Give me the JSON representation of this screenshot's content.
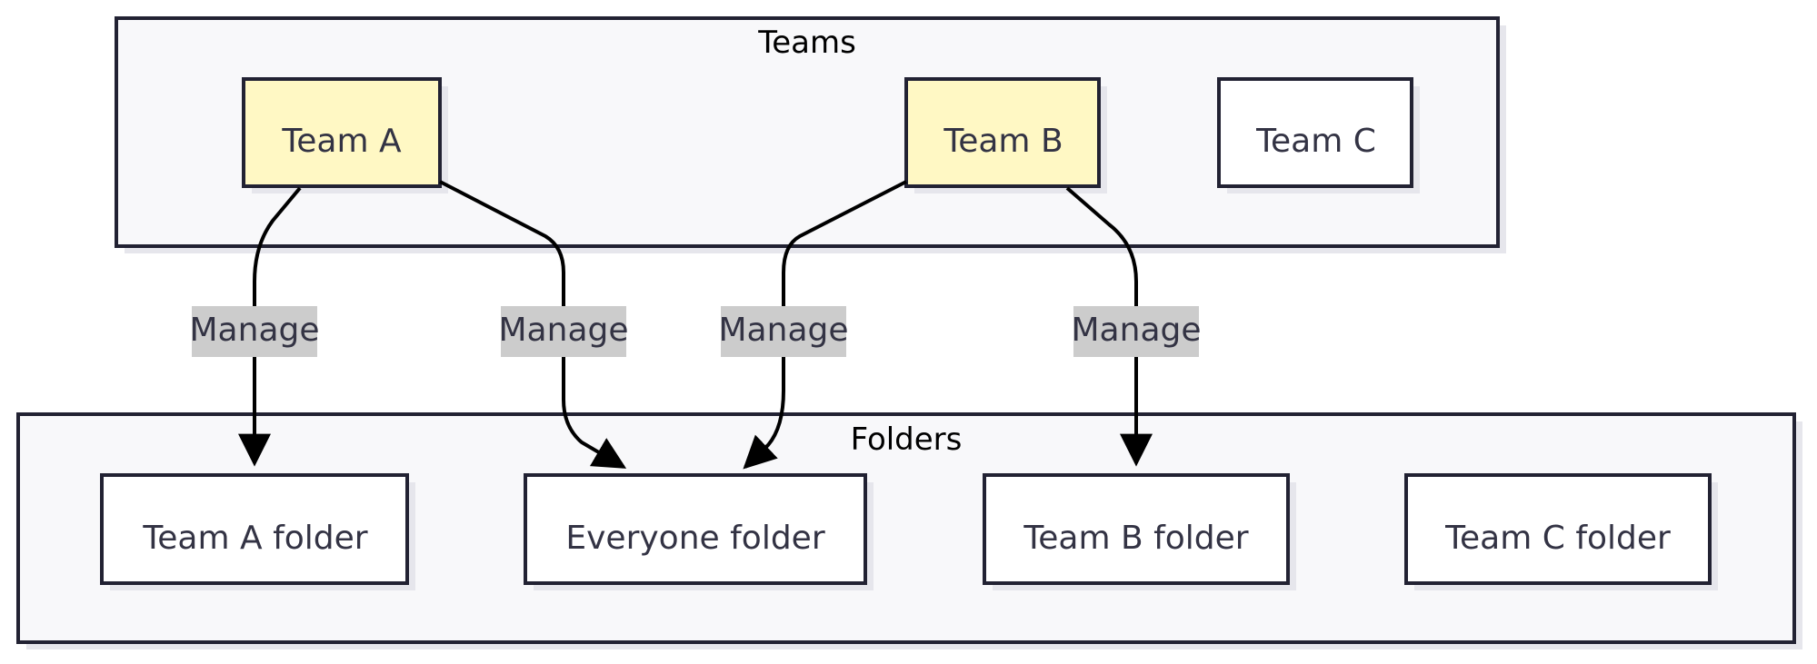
{
  "colors": {
    "cluster_fill": "#f8f8fa",
    "cluster_stroke": "#222233",
    "node_fill": "#ffffff",
    "node_highlight_fill": "#fff8c4",
    "node_stroke": "#222233",
    "edge_stroke": "#000000",
    "edge_label_bg": "#cccccc",
    "shadow": "#e6e6ec"
  },
  "clusters": {
    "teams": {
      "title": "Teams"
    },
    "folders": {
      "title": "Folders"
    }
  },
  "nodes": {
    "team_a": {
      "label": "Team A"
    },
    "team_b": {
      "label": "Team B"
    },
    "team_c": {
      "label": "Team C"
    },
    "team_a_folder": {
      "label": "Team A folder"
    },
    "everyone_folder": {
      "label": "Everyone folder"
    },
    "team_b_folder": {
      "label": "Team B folder"
    },
    "team_c_folder": {
      "label": "Team C folder"
    }
  },
  "edges": [
    {
      "from": "Team A",
      "to": "Team A folder",
      "label": "Manage"
    },
    {
      "from": "Team A",
      "to": "Everyone folder",
      "label": "Manage"
    },
    {
      "from": "Team B",
      "to": "Everyone folder",
      "label": "Manage"
    },
    {
      "from": "Team B",
      "to": "Team B folder",
      "label": "Manage"
    }
  ]
}
